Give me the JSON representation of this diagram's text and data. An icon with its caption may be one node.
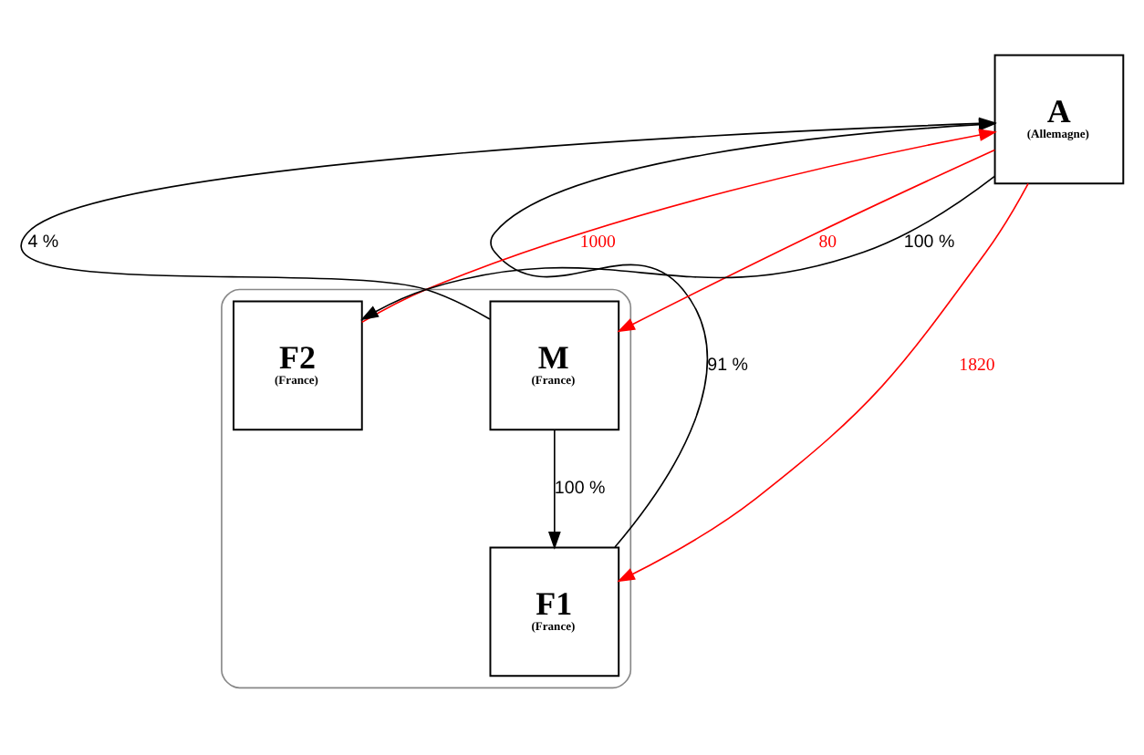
{
  "diagram": {
    "nodes": [
      {
        "text": [],
        "shape": "box"
      },
      {
        "text": [
          "M",
          "(France)"
        ],
        "in": 0
      },
      {
        "text": [
          "A",
          "(Allemagne)"
        ]
      },
      {
        "text": [
          "F1",
          "(France)"
        ],
        "in": 0
      },
      {
        "text": [
          "F2",
          "(France)"
        ],
        "in": 0
      }
    ],
    "edges": [
      {
        "from": 1,
        "to": 2,
        "arrow": "to",
        "label": "4 %"
      },
      {
        "from": 2,
        "to": 1,
        "arrow": "to",
        "label": "80",
        "color": "#ff0000"
      },
      {
        "from": 1,
        "to": 3,
        "arrow": "to",
        "label": "100 %"
      },
      {
        "from": 3,
        "to": 2,
        "arrow": "to",
        "label": "91 %"
      },
      {
        "from": 2,
        "to": 3,
        "arrow": "to",
        "label": "1820",
        "color": "#ff0000"
      },
      {
        "from": 2,
        "to": 4,
        "arrow": "to",
        "label": "100 %"
      },
      {
        "from": 4,
        "to": 2,
        "arrow": "to",
        "label": "1000",
        "color": "#ff0000"
      }
    ]
  }
}
